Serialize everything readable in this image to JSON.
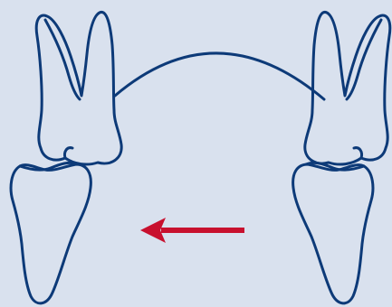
{
  "diagram": {
    "background": "#d9e1ee",
    "outline_color": "#0d3a78",
    "arrow_color": "#c8102e",
    "arrow_direction": "left",
    "teeth": [
      {
        "id": "left-upper-tooth",
        "jaw": "upper",
        "side": "left"
      },
      {
        "id": "left-lower-tooth",
        "jaw": "lower",
        "side": "left"
      },
      {
        "id": "right-upper-tooth",
        "jaw": "upper",
        "side": "right"
      },
      {
        "id": "right-lower-tooth",
        "jaw": "lower",
        "side": "right"
      }
    ],
    "connector": "arc"
  }
}
